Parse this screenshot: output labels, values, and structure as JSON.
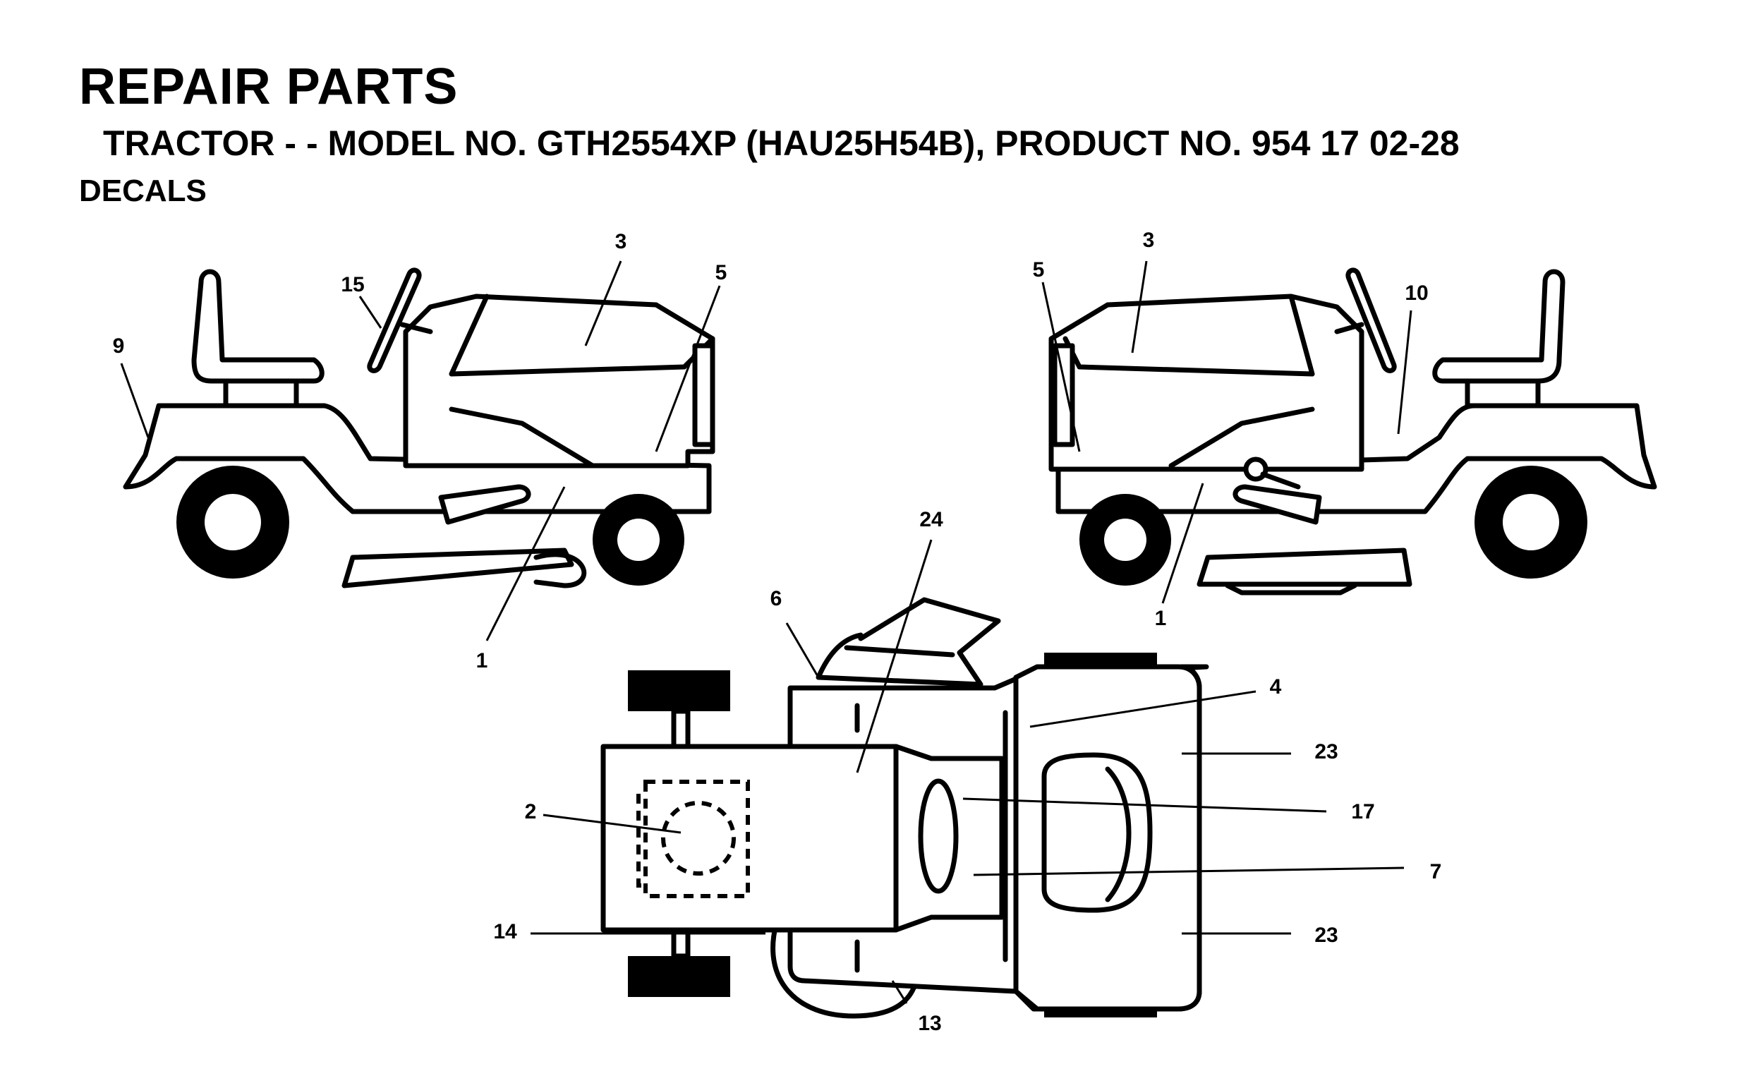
{
  "header": {
    "title": "REPAIR PARTS",
    "subtitle": "TRACTOR - - MODEL NO. GTH2554XP (HAU25H54B), PRODUCT NO. 954 17 02-28",
    "section": "DECALS"
  },
  "callouts": {
    "left_view": {
      "c3": "3",
      "c5": "5",
      "c15": "15",
      "c9": "9",
      "c1": "1"
    },
    "right_view": {
      "c3": "3",
      "c5": "5",
      "c10": "10",
      "c1": "1"
    },
    "top_view": {
      "c24": "24",
      "c6": "6",
      "c4": "4",
      "c23a": "23",
      "c17": "17",
      "c2": "2",
      "c7": "7",
      "c14": "14",
      "c23b": "23",
      "c13": "13"
    }
  }
}
